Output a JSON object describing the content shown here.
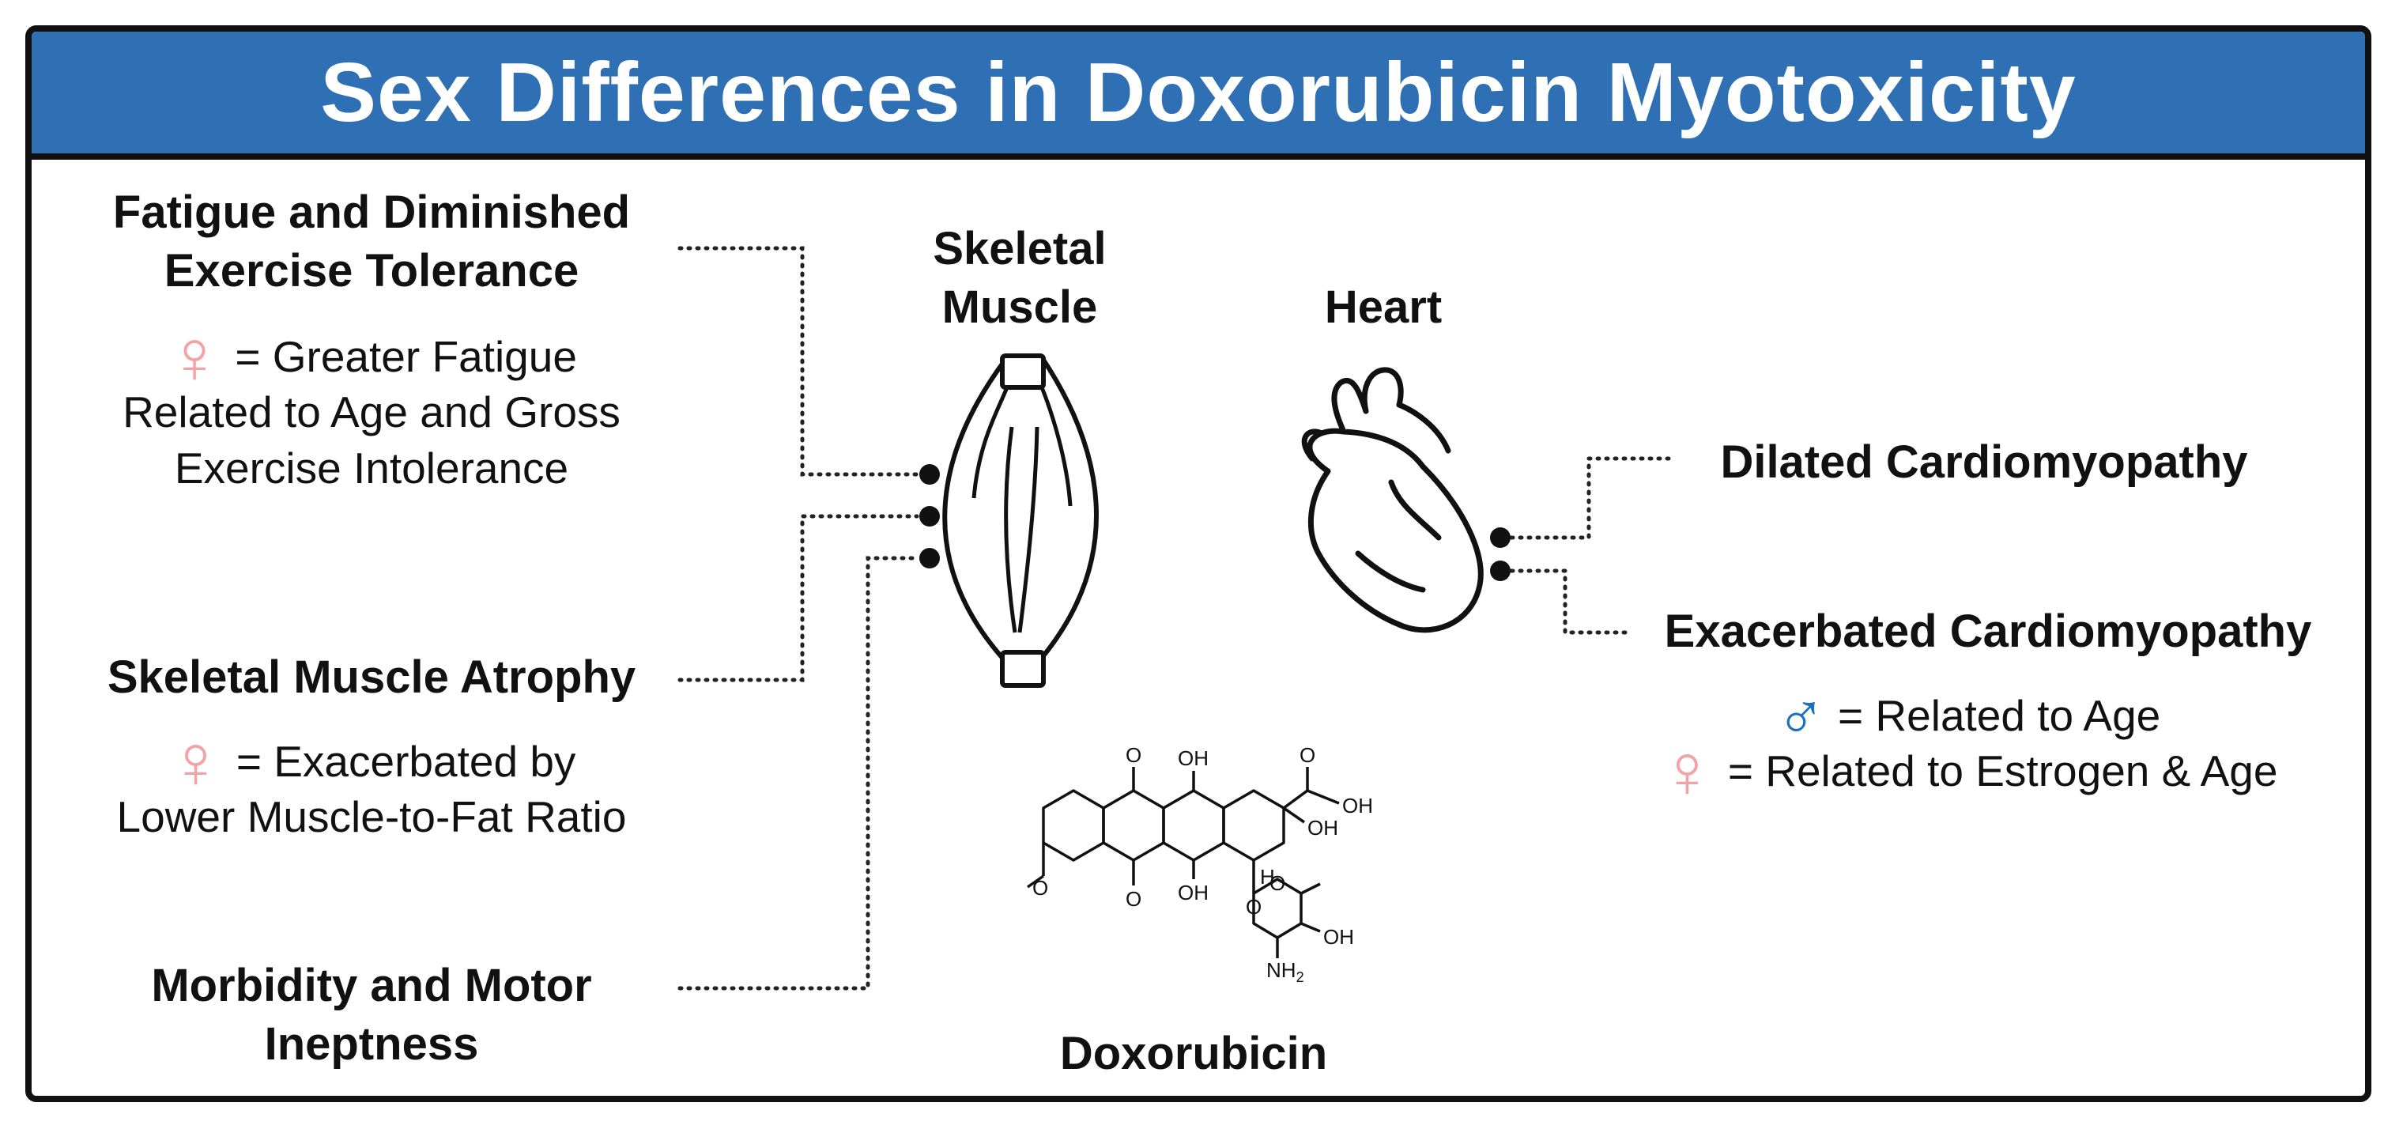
{
  "title": "Sex Differences in Doxorubicin Myotoxicity",
  "labels": {
    "skeletal_muscle_line1": "Skeletal",
    "skeletal_muscle_line2": "Muscle",
    "heart": "Heart",
    "doxorubicin": "Doxorubicin"
  },
  "left_effects": [
    {
      "title_line1": "Fatigue and Diminished",
      "title_line2": "Exercise Tolerance",
      "symbol": "♀",
      "desc_line1": "= Greater Fatigue",
      "desc_line2": "Related to Age and Gross",
      "desc_line3": "Exercise Intolerance"
    },
    {
      "title_line1": "Skeletal Muscle Atrophy",
      "symbol": "♀",
      "desc_line1": "= Exacerbated by",
      "desc_line2": "Lower Muscle-to-Fat Ratio"
    },
    {
      "title_line1": "Morbidity and Motor",
      "title_line2": "Ineptness"
    }
  ],
  "right_effects": [
    {
      "title": "Dilated Cardiomyopathy"
    },
    {
      "title": "Exacerbated Cardiomyopathy",
      "male_symbol": "♂",
      "male_desc": "= Related to Age",
      "female_symbol": "♀",
      "female_desc": "= Related to Estrogen & Age"
    }
  ],
  "molecule_labels": {
    "oh1": "OH",
    "oh2": "OH",
    "oh3": "OH",
    "oh4": "OH",
    "oh5": "OH",
    "o1": "O",
    "o2": "O",
    "o3": "O",
    "o4": "O",
    "o5": "O",
    "o6": "O",
    "h": "H",
    "nh": "NH",
    "nh_sub": "2"
  },
  "colors": {
    "banner": "#2f6fb4",
    "female": "#f3a3a3",
    "male": "#1a6fc0"
  },
  "icons": [
    "muscle-icon",
    "heart-icon",
    "doxorubicin-structure",
    "female-icon",
    "male-icon"
  ]
}
